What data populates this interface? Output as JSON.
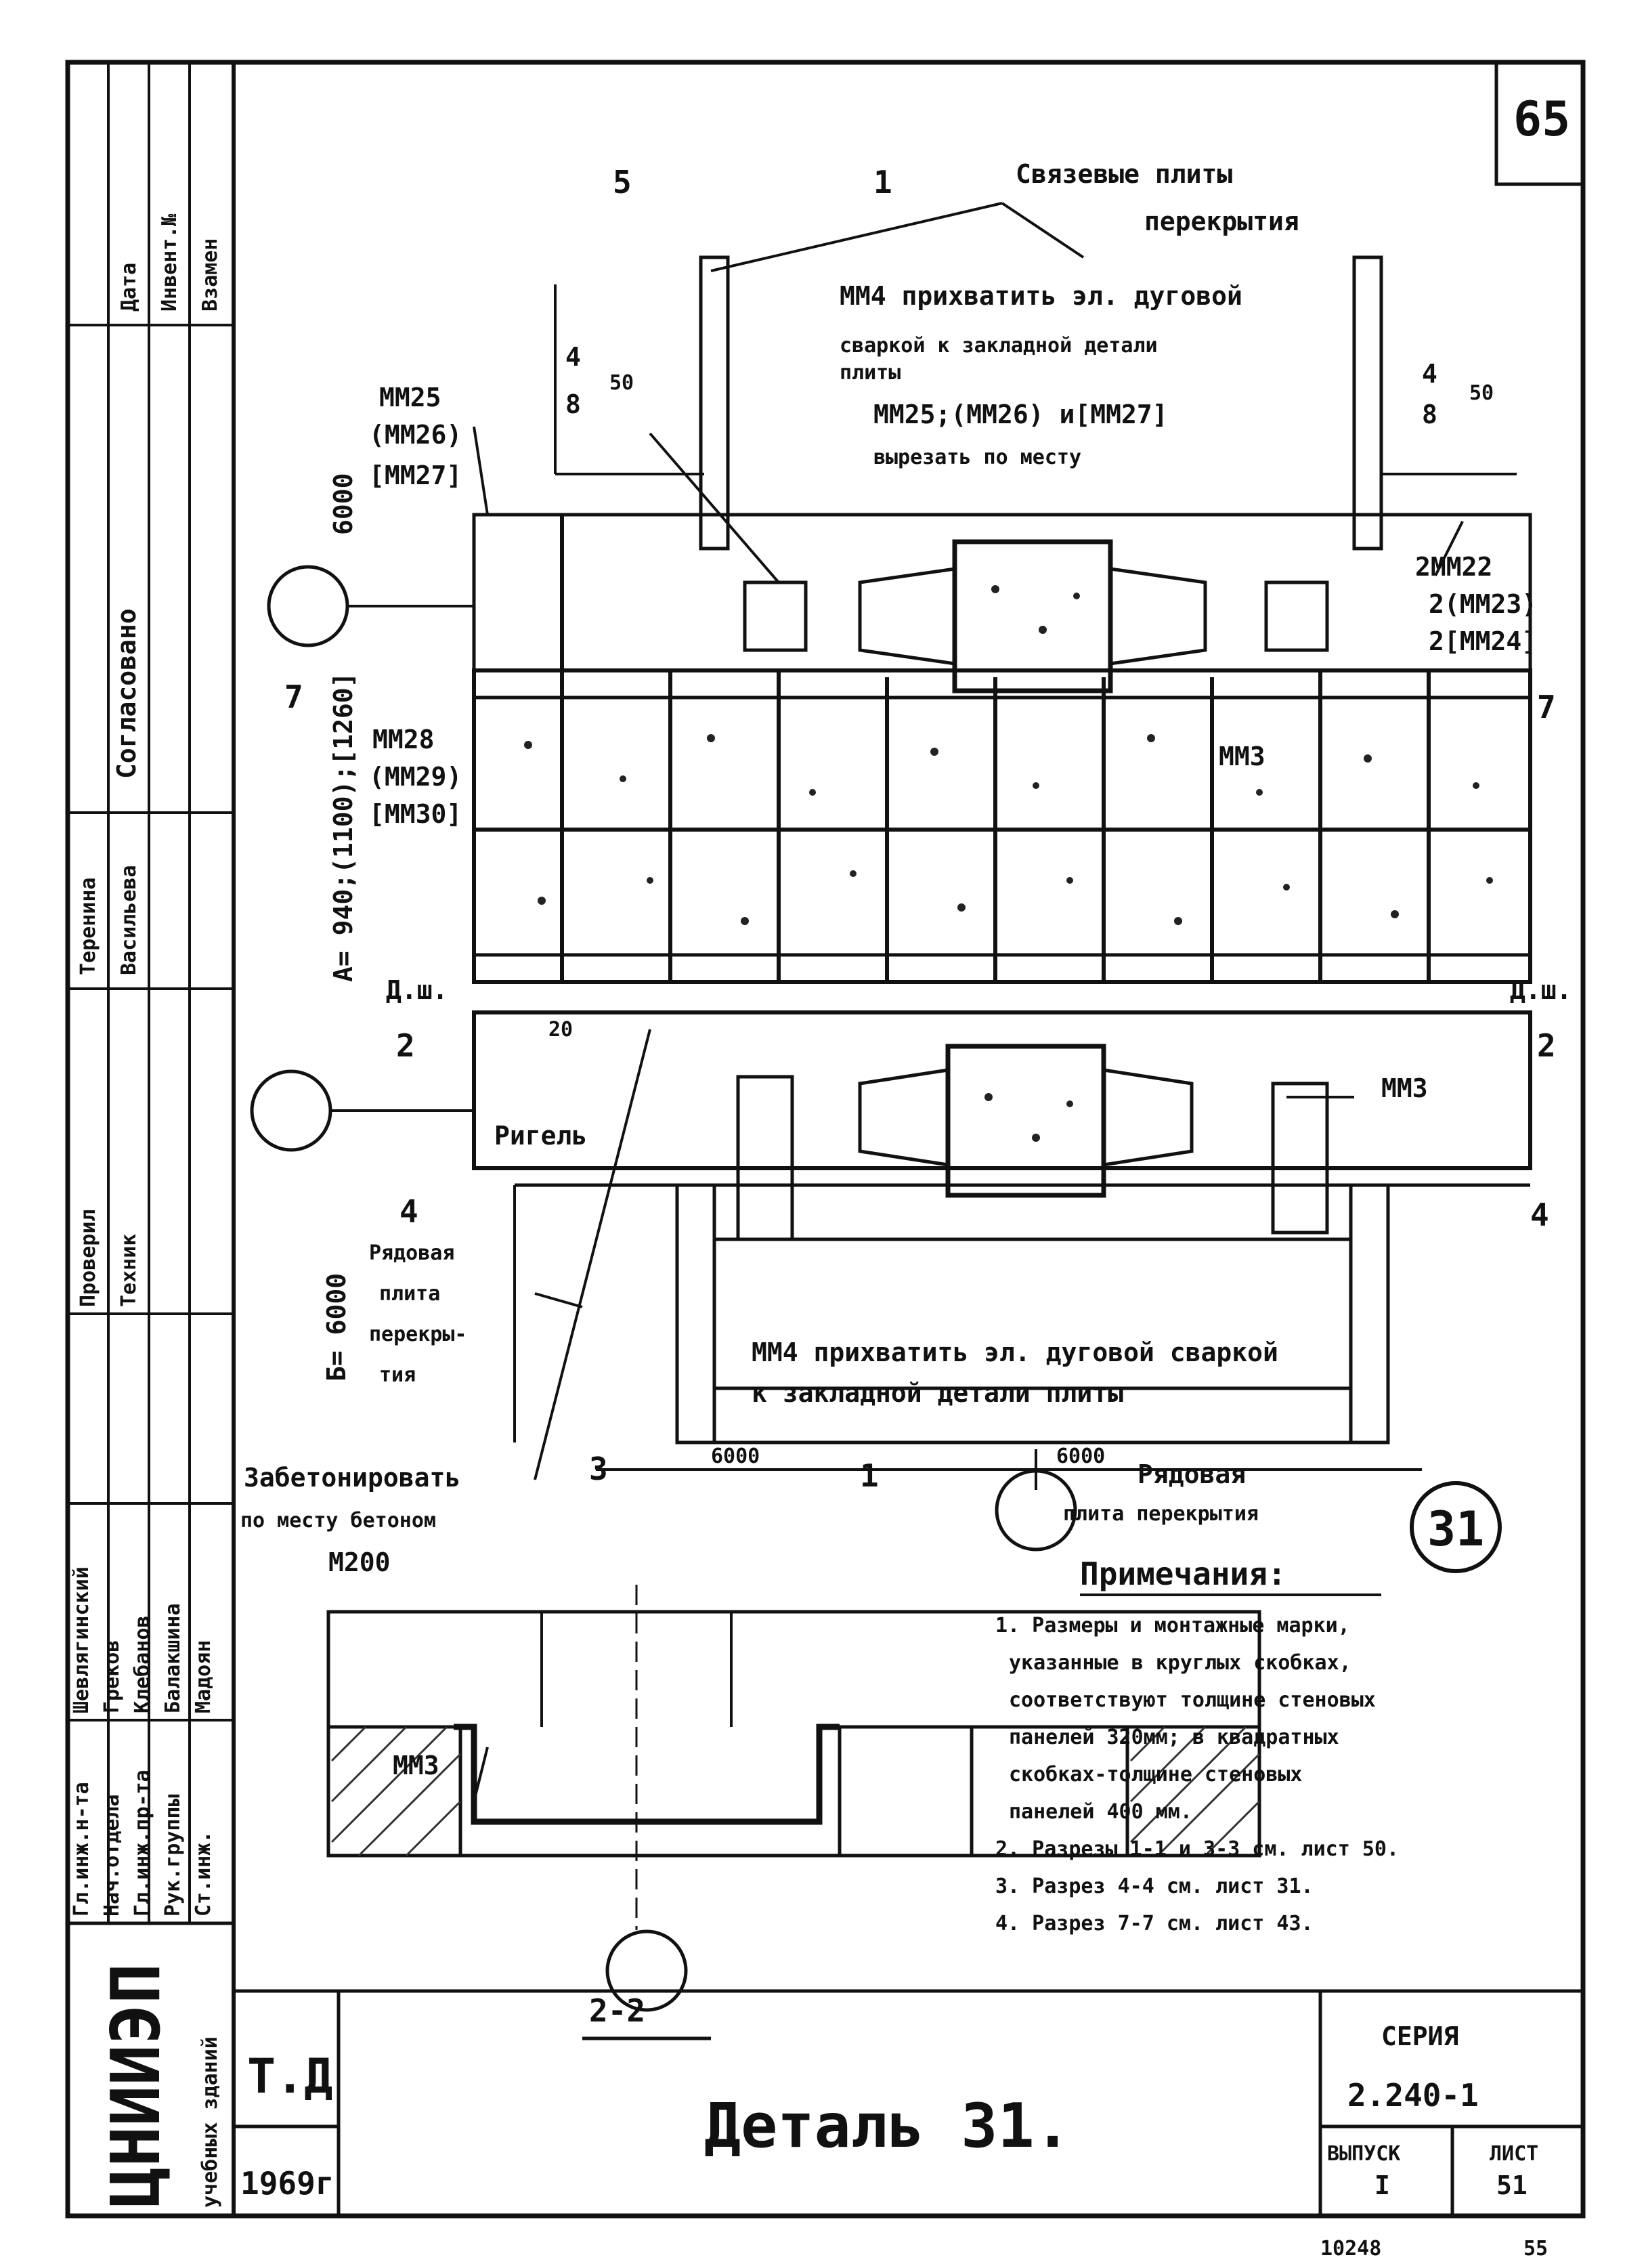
{
  "sheet_number": "65",
  "title": "Деталь 31.",
  "seria_label": "СЕРИЯ",
  "seria_value": "2.240-1",
  "vypusk_label": "ВЫПУСК",
  "vypusk_value": "I",
  "list_label": "ЛИСТ",
  "list_value": "51",
  "org": "ЦНИИЭП",
  "org_sub": "учебных зданий",
  "td": "Т.Д",
  "year": "1969г",
  "bottom_code_left": "10248",
  "bottom_code_right": "55",
  "detail_number": "31",
  "side_stamp": {
    "col_date": "Дата",
    "col_invent": "Инвент.№",
    "col_vzamen": "Взамен",
    "soglasovano": "Согласовано",
    "people_a": "Теренина",
    "people_b": "Васильева",
    "checked": "Проверил",
    "tech": "Техник",
    "roles": [
      "Гл.инж.н-та",
      "Нач.отдела",
      "Гл.инж.пр-та",
      "Рук.группы",
      "Ст.инж."
    ],
    "names": [
      "Шевлягинский",
      "Греков",
      "Клебанов",
      "Балакшина",
      "Мадоян"
    ]
  },
  "labels": {
    "section_5": "5",
    "section_1": "1",
    "svyaz_1": "Связевые плиты",
    "svyaz_2": "перекрытия",
    "mm4_top_1": "ММ4 прихватить эл. дуговой",
    "mm4_top_2": "сваркой к закладной детали",
    "mm4_top_3": "плиты",
    "mm25_line": "ММ25;(ММ26) и[ММ27]",
    "cut_here": "вырезать по месту",
    "dim_450_left_a": "4",
    "dim_450_left_b": "8",
    "dim_450_left_c": "50",
    "dim_450_right_a": "4",
    "dim_450_right_b": "8",
    "dim_450_right_c": "50",
    "mm25": "ММ25",
    "mm26": "(ММ26)",
    "mm27": "[ММ27]",
    "dim_6000_v": "6000",
    "mm22": "2ММ22",
    "mm23": "2(ММ23)",
    "mm24": "2[ММ24]",
    "sec7_l": "7",
    "sec7_r": "7",
    "mm28": "ММ28",
    "mm29": "(ММ29)",
    "mm30": "[ММ30]",
    "mm3_a": "ММ3",
    "dim_A": "A= 940;(1100);[1260]",
    "dsh_l": "Д.ш.",
    "dsh_r": "Д.ш.",
    "sec2_l": "2",
    "sec2_r": "2",
    "dim_20": "20",
    "mm3_b": "ММ3",
    "rigel": "Ригель",
    "sec4_l": "4",
    "sec4_r": "4",
    "ryad_1": "Рядовая",
    "ryad_2": "плита",
    "ryad_3": "перекры-",
    "ryad_4": "тия",
    "dim_B": "Б= 6000",
    "mm4_bot_1": "ММ4 прихватить эл. дуговой сваркой",
    "mm4_bot_2": "к закладной детали плиты",
    "sec3": "3",
    "sec1b": "1",
    "dim_6000_a": "6000",
    "dim_6000_b": "6000",
    "zabeton_1": "Забетонировать",
    "zabeton_2": "по месту бетоном",
    "zabeton_3": "М200",
    "ryad_bot_1": "Рядовая",
    "ryad_bot_2": "плита перекрытия",
    "mm3_c": "ММ3",
    "sec22": "2-2"
  },
  "notes": {
    "heading": "Примечания:",
    "lines": [
      "1. Размеры и монтажные марки,",
      "указанные в круглых скобках,",
      "соответствуют толщине стеновых",
      "панелей 320мм; в квадратных",
      "скобках-толщине стеновых",
      "панелей 400 мм.",
      "2. Разрезы 1-1 и 3-3 см. лист 50.",
      "3. Разрез 4-4 см. лист 31.",
      "4. Разрез 7-7 см. лист 43."
    ]
  }
}
